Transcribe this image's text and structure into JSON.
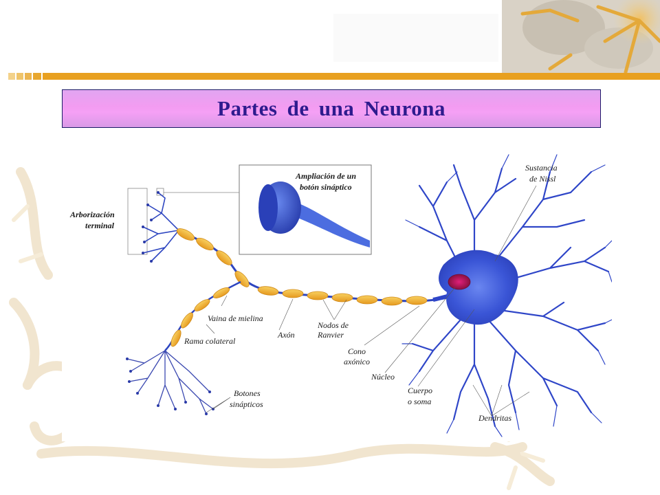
{
  "slide": {
    "title": "Partes  de  una  Neurona"
  },
  "figure": {
    "labels": {
      "arborizacion_1": "Arborización",
      "arborizacion_2": "terminal",
      "ampliacion_1": "Ampliación de un",
      "ampliacion_2": "botón sináptico",
      "sustancia_1": "Sustancia",
      "sustancia_2": "de Nissl",
      "vaina": "Vaina de mielina",
      "rama": "Rama colateral",
      "axon": "Axón",
      "nodos_1": "Nodos de",
      "nodos_2": "Ranvier",
      "cono_1": "Cono",
      "cono_2": "axónico",
      "nucleo": "Núcleo",
      "cuerpo_1": "Cuerpo",
      "cuerpo_2": "o soma",
      "botones_1": "Botones",
      "botones_2": "sinápticos",
      "dendritas": "Dendritas"
    }
  },
  "colors": {
    "accent_orange": "#e8a020",
    "neuron_blue": "#2f46c8",
    "myelin": "#f0b030",
    "nucleus": "#b01850",
    "title_text": "#2e1b8e"
  }
}
